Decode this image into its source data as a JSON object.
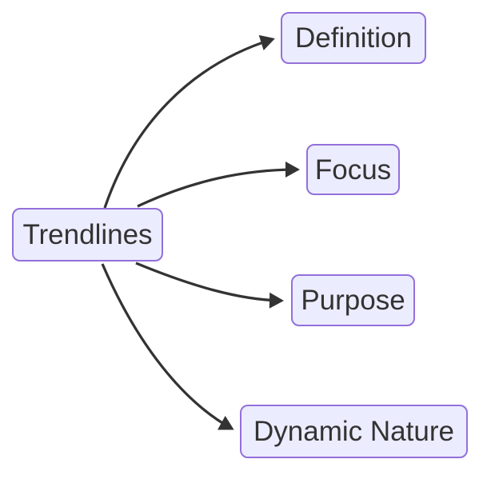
{
  "diagram": {
    "type": "flowchart",
    "direction": "left-to-right",
    "root": {
      "id": "trendlines",
      "label": "Trendlines"
    },
    "children": [
      {
        "id": "definition",
        "label": "Definition"
      },
      {
        "id": "focus",
        "label": "Focus"
      },
      {
        "id": "purpose",
        "label": "Purpose"
      },
      {
        "id": "dynamic-nature",
        "label": "Dynamic Nature"
      }
    ],
    "edges": [
      {
        "from": "Trendlines",
        "to": "Definition",
        "style": "curved",
        "arrowhead": "filled-triangle"
      },
      {
        "from": "Trendlines",
        "to": "Focus",
        "style": "curved",
        "arrowhead": "filled-triangle"
      },
      {
        "from": "Trendlines",
        "to": "Purpose",
        "style": "curved",
        "arrowhead": "filled-triangle"
      },
      {
        "from": "Trendlines",
        "to": "Dynamic Nature",
        "style": "curved",
        "arrowhead": "filled-triangle"
      }
    ],
    "colors": {
      "node_fill": "#ECECFF",
      "node_border": "#9370DB",
      "node_text": "#333333",
      "edge_stroke": "#333333",
      "background": "#FFFFFF"
    }
  }
}
